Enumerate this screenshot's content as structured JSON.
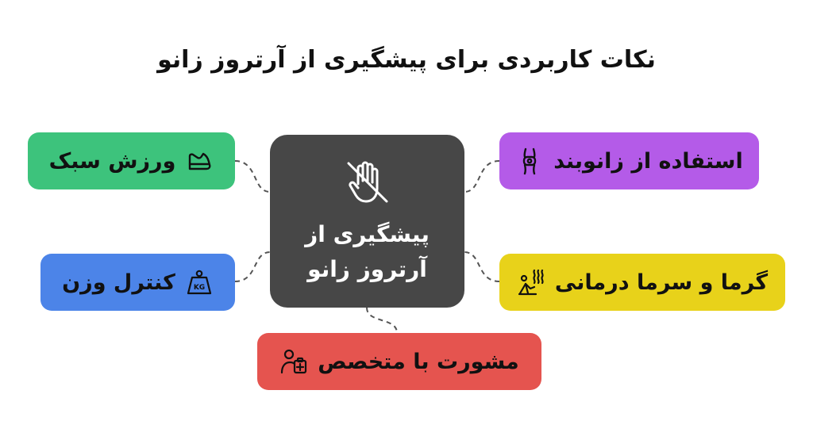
{
  "title": "نکات کاربردی برای پیشگیری از آرتروز زانو",
  "center": {
    "line1": "پیشگیری از",
    "line2": "آرتروز زانو",
    "icon": "hand-prohibited-icon",
    "color": "#474747"
  },
  "cards": {
    "light_exercise": {
      "label": "ورزش سبک",
      "icon": "running-shoe-icon",
      "color": "#3DC37C"
    },
    "knee_brace": {
      "label": "استفاده از زانوبند",
      "icon": "knee-brace-icon",
      "color": "#B45BE8"
    },
    "weight_control": {
      "label": "کنترل وزن",
      "icon": "weight-kg-icon",
      "color": "#4C84E8"
    },
    "heat_cold_therapy": {
      "label": "گرما و سرما درمانی",
      "icon": "heat-therapy-icon",
      "color": "#E8D21A"
    },
    "specialist": {
      "label": "مشورت با متخصص",
      "icon": "doctor-consult-icon",
      "color": "#E5544F"
    }
  }
}
